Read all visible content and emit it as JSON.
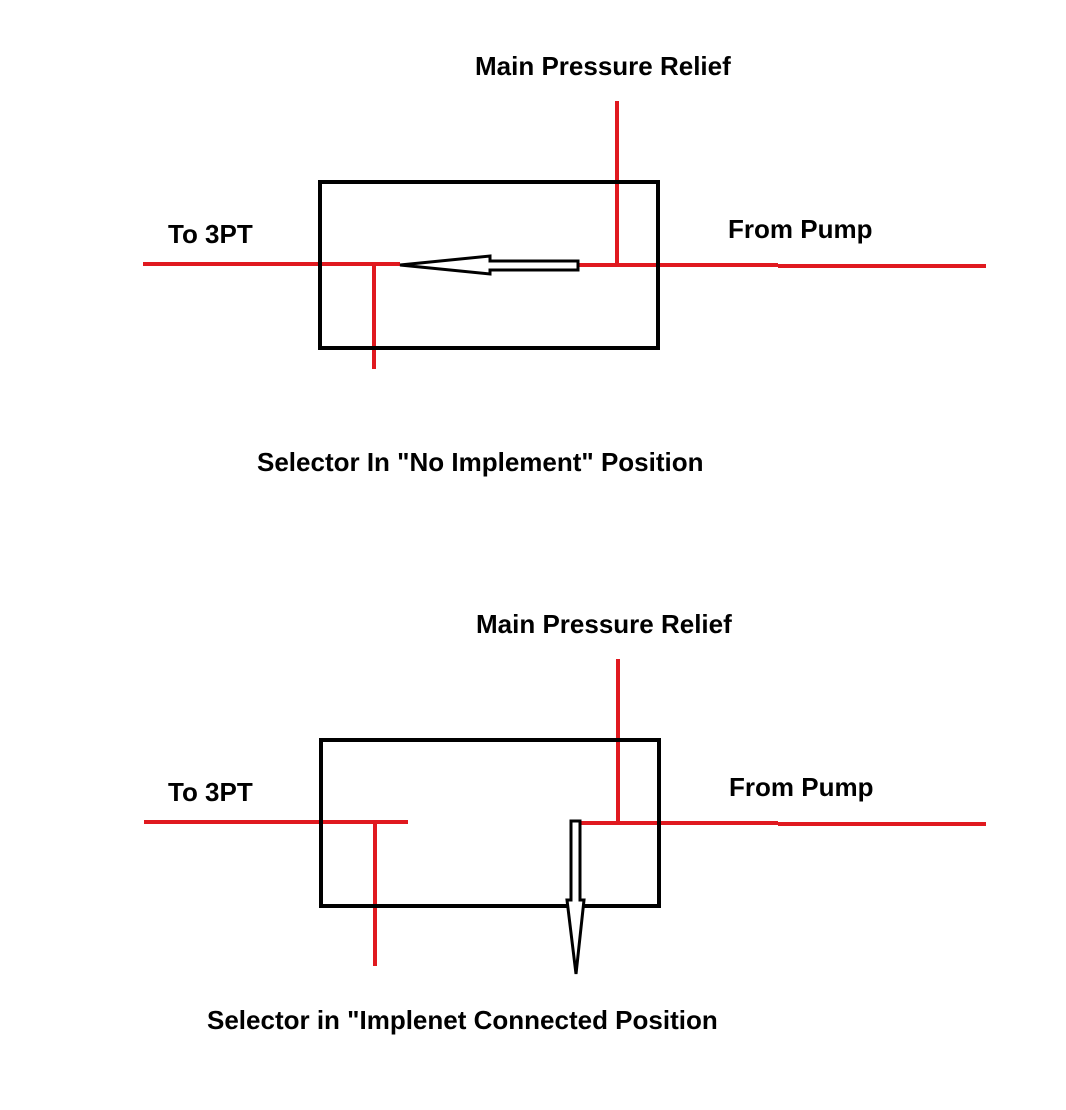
{
  "colors": {
    "background": "#ffffff",
    "hydraulic_line": "#e0191f",
    "valve_body": "#000000",
    "text": "#000000"
  },
  "diagrams": [
    {
      "relief_label": "Main Pressure Relief",
      "outlet_label": "To 3PT",
      "inlet_label": "From Pump",
      "caption": "Selector In \"No Implement\" Position",
      "selector_direction": "left"
    },
    {
      "relief_label": "Main Pressure Relief",
      "outlet_label": "To 3PT",
      "inlet_label": "From Pump",
      "caption": "Selector in \"Implenet Connected Position",
      "selector_direction": "down"
    }
  ]
}
